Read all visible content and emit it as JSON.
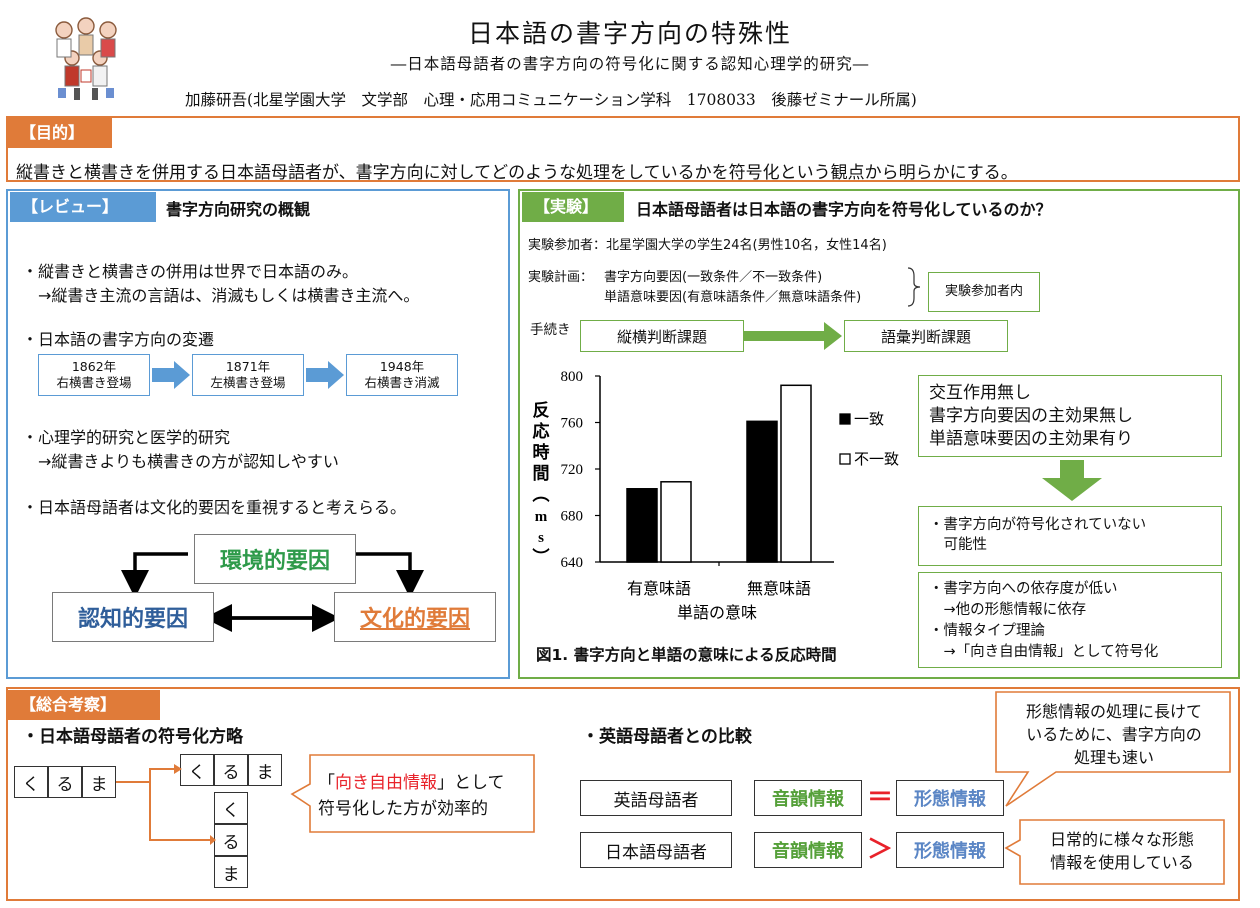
{
  "header": {
    "title": "日本語の書字方向の特殊性",
    "subtitle": "―日本語母語者の書字方向の符号化に関する認知心理学的研究―",
    "author": "加藤研吾(北星学園大学　文学部　心理・応用コミュニケーション学科　1708033　後藤ゼミナール所属)"
  },
  "purpose": {
    "tag": "【目的】",
    "text": "縦書きと横書きを併用する日本語母語者が、書字方向に対してどのような処理をしているかを符号化という観点から明らかにする。"
  },
  "review": {
    "tag": "【レビュー】",
    "heading": "書字方向研究の概観",
    "bullet1": [
      "・縦書きと横書きの併用は世界で日本語のみ。",
      "　→縦書き主流の言語は、消滅もしくは横書き主流へ。"
    ],
    "bullet2": "・日本語の書字方向の変遷",
    "timeline": [
      {
        "year": "1862年",
        "event": "右横書き登場"
      },
      {
        "year": "1871年",
        "event": "左横書き登場"
      },
      {
        "year": "1948年",
        "event": "右横書き消滅"
      }
    ],
    "bullet3": [
      "・心理学的研究と医学的研究",
      "　→縦書きよりも横書きの方が認知しやすい"
    ],
    "bullet4": "・日本語母語者は文化的要因を重視すると考えらる。",
    "factors": {
      "environment": "環境的要因",
      "cognitive": "認知的要因",
      "cultural": "文化的要因"
    },
    "colors": {
      "environment": "#2e9a4a",
      "cognitive": "#2f5e9a",
      "cultural": "#e07b39"
    }
  },
  "experiment": {
    "tag": "【実験】",
    "heading": "日本語母語者は日本語の書字方向を符号化しているのか？",
    "participants": "実験参加者：北星学園大学の学生24名(男性10名，女性14名)",
    "design_label": "実験計画：",
    "design1": "書字方向要因(一致条件／不一致条件)",
    "design2": "単語意味要因(有意味語条件／無意味語条件)",
    "design_note": "実験参加者内",
    "procedure_label": "手続き",
    "task1": "縦横判断課題",
    "task2": "語彙判断課題",
    "result_lines": [
      "交互作用無し",
      "書字方向要因の主効果無し",
      "単語意味要因の主効果有り"
    ],
    "conclusion1": [
      "・書字方向が符号化されていない",
      "　可能性"
    ],
    "conclusion2": [
      "・書字方向への依存度が低い",
      "　→他の形態情報に依存",
      "・情報タイプ理論",
      "　→「向き自由情報」として符号化"
    ]
  },
  "chart_data": {
    "type": "bar",
    "categories": [
      "有意味語",
      "無意味語"
    ],
    "series": [
      {
        "name": "一致",
        "values": [
          703,
          761
        ],
        "color": "#000000"
      },
      {
        "name": "不一致",
        "values": [
          709,
          792
        ],
        "color": "#ffffff"
      }
    ],
    "ylim": [
      640,
      800
    ],
    "yticks": [
      640,
      680,
      720,
      760,
      800
    ],
    "xlabel": "単語の意味",
    "ylabel": "反応時間（ms）",
    "ylabel_chars": [
      "反",
      "応",
      "時",
      "間",
      "︵",
      "m",
      "s",
      "︶"
    ],
    "caption": "図1. 書字方向と単語の意味による反応時間",
    "legend_position": "right",
    "grid": false
  },
  "discussion": {
    "tag": "【総合考察】",
    "left_heading": "・日本語母語者の符号化方略",
    "kana": [
      "く",
      "る",
      "ま"
    ],
    "callout1_highlight": "向き自由情報",
    "callout1_open": "「",
    "callout1_close": "」として",
    "callout1_line2": "符号化した方が効率的",
    "right_heading": "・英語母語者との比較",
    "rows": [
      {
        "speaker": "英語母語者",
        "phon": "音韻情報",
        "op": "＝",
        "morph": "形態情報"
      },
      {
        "speaker": "日本語母語者",
        "phon": "音韻情報",
        "op": "＞",
        "morph": "形態情報"
      }
    ],
    "callout2": [
      "形態情報の処理に長けて",
      "いるために、書字方向の",
      "処理も速い"
    ],
    "callout3": [
      "日常的に様々な形態",
      "情報を使用している"
    ],
    "highlight_color": "#e8222a"
  }
}
